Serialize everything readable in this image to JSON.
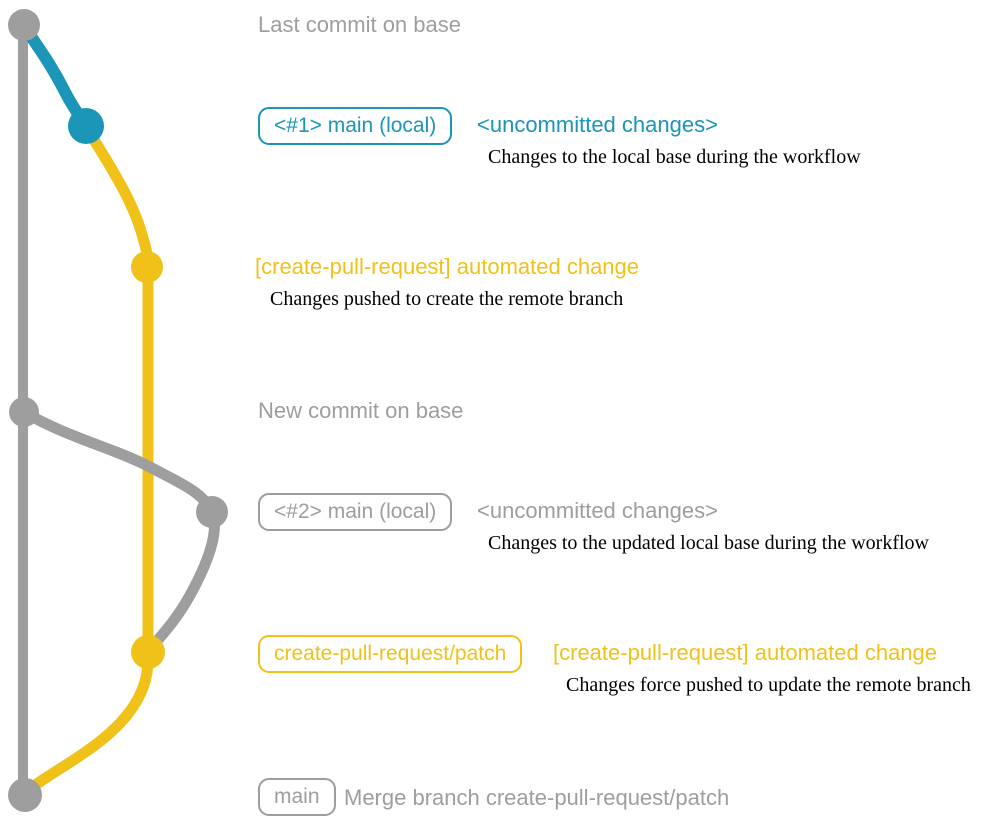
{
  "colors": {
    "gray": "#9e9e9e",
    "blue": "#1b95b8",
    "yellow": "#f0c219",
    "annotation_text": "#000000",
    "background": "#ffffff"
  },
  "diagram": {
    "type": "git-graph",
    "branches": [
      {
        "name": "base",
        "color_key": "gray"
      },
      {
        "name": "main (local)",
        "color_key": "blue"
      },
      {
        "name": "create-pull-request/patch",
        "color_key": "yellow"
      }
    ],
    "commit_dots": [
      {
        "id": "last-commit-on-base",
        "color_key": "gray"
      },
      {
        "id": "uncommitted-changes-1",
        "color_key": "blue"
      },
      {
        "id": "automated-change-1",
        "color_key": "yellow"
      },
      {
        "id": "new-commit-on-base",
        "color_key": "gray"
      },
      {
        "id": "uncommitted-changes-2",
        "color_key": "gray"
      },
      {
        "id": "automated-change-2",
        "color_key": "yellow"
      },
      {
        "id": "merge-commit",
        "color_key": "gray"
      }
    ]
  },
  "rows": {
    "last_commit": {
      "label": "Last commit on base"
    },
    "row1": {
      "badge": "<#1> main (local)",
      "caption": "<uncommitted changes>",
      "annotation": "Changes to the local base during the workflow"
    },
    "row2": {
      "caption": "[create-pull-request] automated change",
      "annotation": "Changes pushed to create the remote branch"
    },
    "new_commit": {
      "label": "New commit on base"
    },
    "row3": {
      "badge": "<#2> main (local)",
      "caption": "<uncommitted changes>",
      "annotation": "Changes to the updated local base during the workflow"
    },
    "row4": {
      "badge": "create-pull-request/patch",
      "caption": "[create-pull-request] automated change",
      "annotation": "Changes force pushed to update the remote branch"
    },
    "merge": {
      "badge": "main",
      "caption": "Merge branch create-pull-request/patch"
    }
  }
}
